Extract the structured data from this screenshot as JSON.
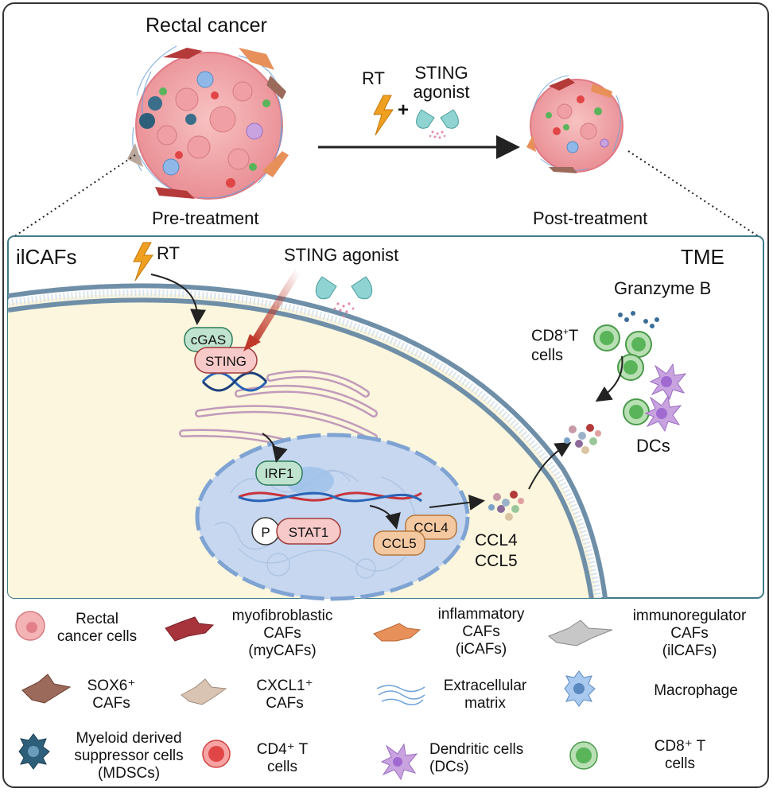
{
  "header": {
    "title": "Rectal cancer",
    "pre": "Pre-treatment",
    "post": "Post-treatment",
    "rt": "RT",
    "plus": "+",
    "sting_line1": "STING",
    "sting_line2": "agonist"
  },
  "panel": {
    "left_title": "ilCAFs",
    "right_title": "TME",
    "rt": "RT",
    "sting": "STING agonist",
    "granzyme": "Granzyme B",
    "cd8_line1": "CD8",
    "cd8_sup": "+",
    "cd8_line1_rest": "T",
    "cd8_line2": "cells",
    "dcs": "DCs",
    "cgas": "cGAS",
    "sting_pill": "STING",
    "irf1": "IRF1",
    "p": "P",
    "stat1": "STAT1",
    "ccl4_pill": "CCL4",
    "ccl5_pill": "CCL5",
    "ccl4": "CCL4",
    "ccl5": "CCL5"
  },
  "legend": [
    {
      "text": "Rectal\ncancer cells"
    },
    {
      "text": "myofibroblastic\nCAFs\n(myCAFs)"
    },
    {
      "text": "inflammatory\nCAFs\n(iCAFs)"
    },
    {
      "text": "immunoregulator\nCAFs\n(ilCAFs)"
    },
    {
      "text": "SOX6⁺\nCAFs"
    },
    {
      "text": "CXCL1⁺\nCAFs"
    },
    {
      "text": "Extracellular\nmatrix"
    },
    {
      "text": "Macrophage"
    },
    {
      "text": "Myeloid derived\nsuppressor cells\n(MDSCs)"
    },
    {
      "text": "CD4⁺ T\ncells"
    },
    {
      "text": "Dendritic cells\n(DCs)"
    },
    {
      "text": "CD8⁺ T\ncells"
    }
  ],
  "colors": {
    "tumor": "#f2a8a8",
    "cytoplasm": "#fbf6dd",
    "nucleus": "#c6d7ef",
    "membrane": "#6f8fa8",
    "cgas": "#bfe3cf",
    "sting": "#f7c9c9",
    "ccl": "#f4c9a1",
    "red_arrow": "#c0392b",
    "bolt": "#f0a020",
    "capsule": "#8fd3d3",
    "cd8": "#5ab45a",
    "dc": "#b57bd6"
  }
}
